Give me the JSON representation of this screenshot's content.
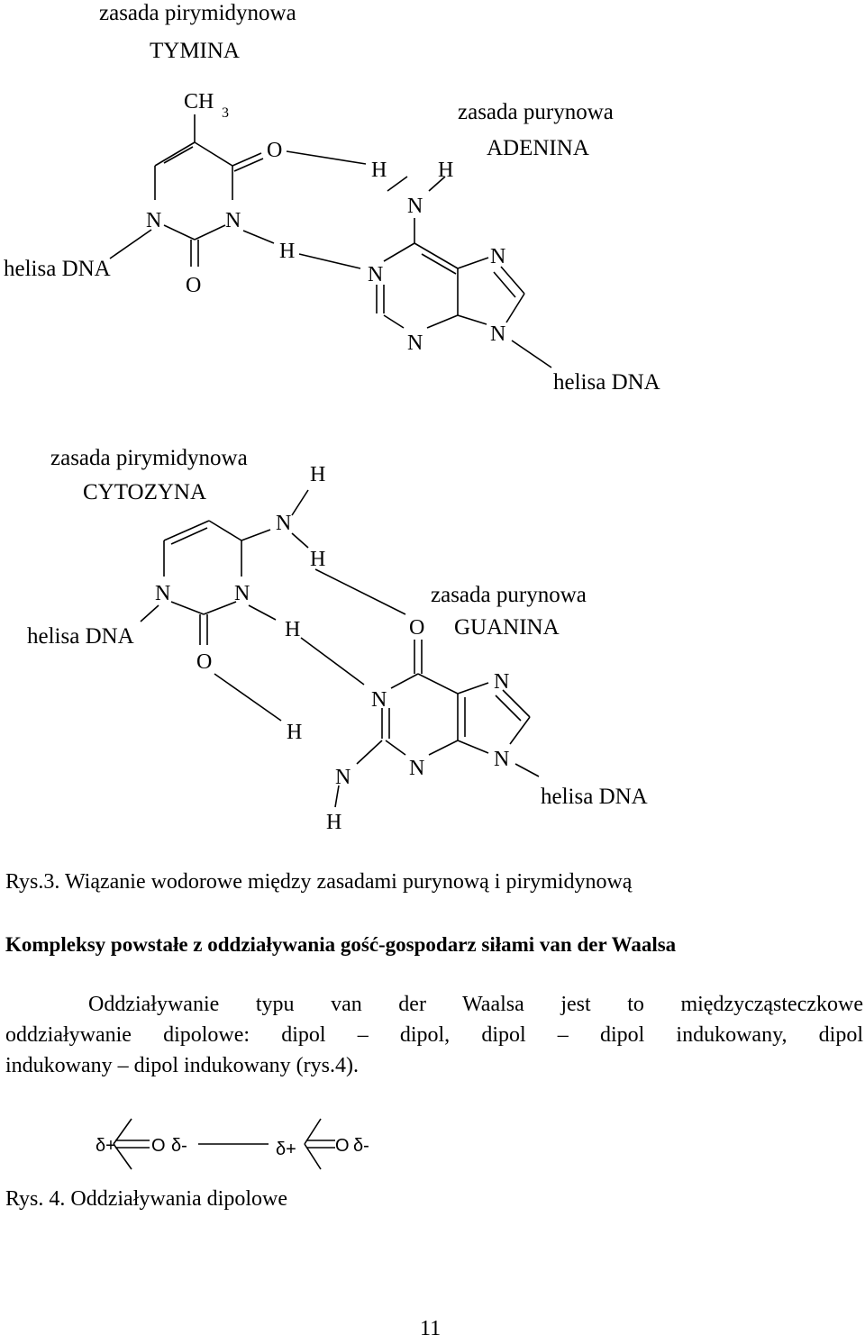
{
  "structures": {
    "thymine": {
      "class_label": "zasada pirymidynowa",
      "name": "TYMINA",
      "methyl": "CH",
      "methyl_sub": "3",
      "strand": "helisa DNA"
    },
    "adenine": {
      "class_label": "zasada purynowa",
      "name": "ADENINA",
      "strand": "helisa DNA"
    },
    "cytosine": {
      "class_label": "zasada pirymidynowa",
      "name": "CYTOZYNA",
      "strand": "helisa DNA"
    },
    "guanine": {
      "class_label": "zasada purynowa",
      "name": "GUANINA",
      "strand": "helisa DNA"
    },
    "atoms": {
      "N": "N",
      "O": "O",
      "H": "H"
    }
  },
  "figure3_caption": "Rys.3. Wiązanie wodorowe między zasadami purynową i pirymidynową",
  "section_heading": "Kompleksy powstałe z oddziaływania gość-gospodarz siłami van der Waalsa",
  "paragraph": {
    "line1": "Oddziaływanie typu van der Waalsa jest to międzycząsteczkowe",
    "line2": "oddziaływanie dipolowe: dipol – dipol, dipol – dipol indukowany, dipol",
    "line3": "indukowany – dipol indukowany (rys.4)."
  },
  "dipole_figure": {
    "delta_plus": "δ+",
    "delta_minus": "δ-",
    "oxygen": "O"
  },
  "figure4_caption": "Rys. 4. Oddziaływania dipolowe",
  "page_number": "11"
}
